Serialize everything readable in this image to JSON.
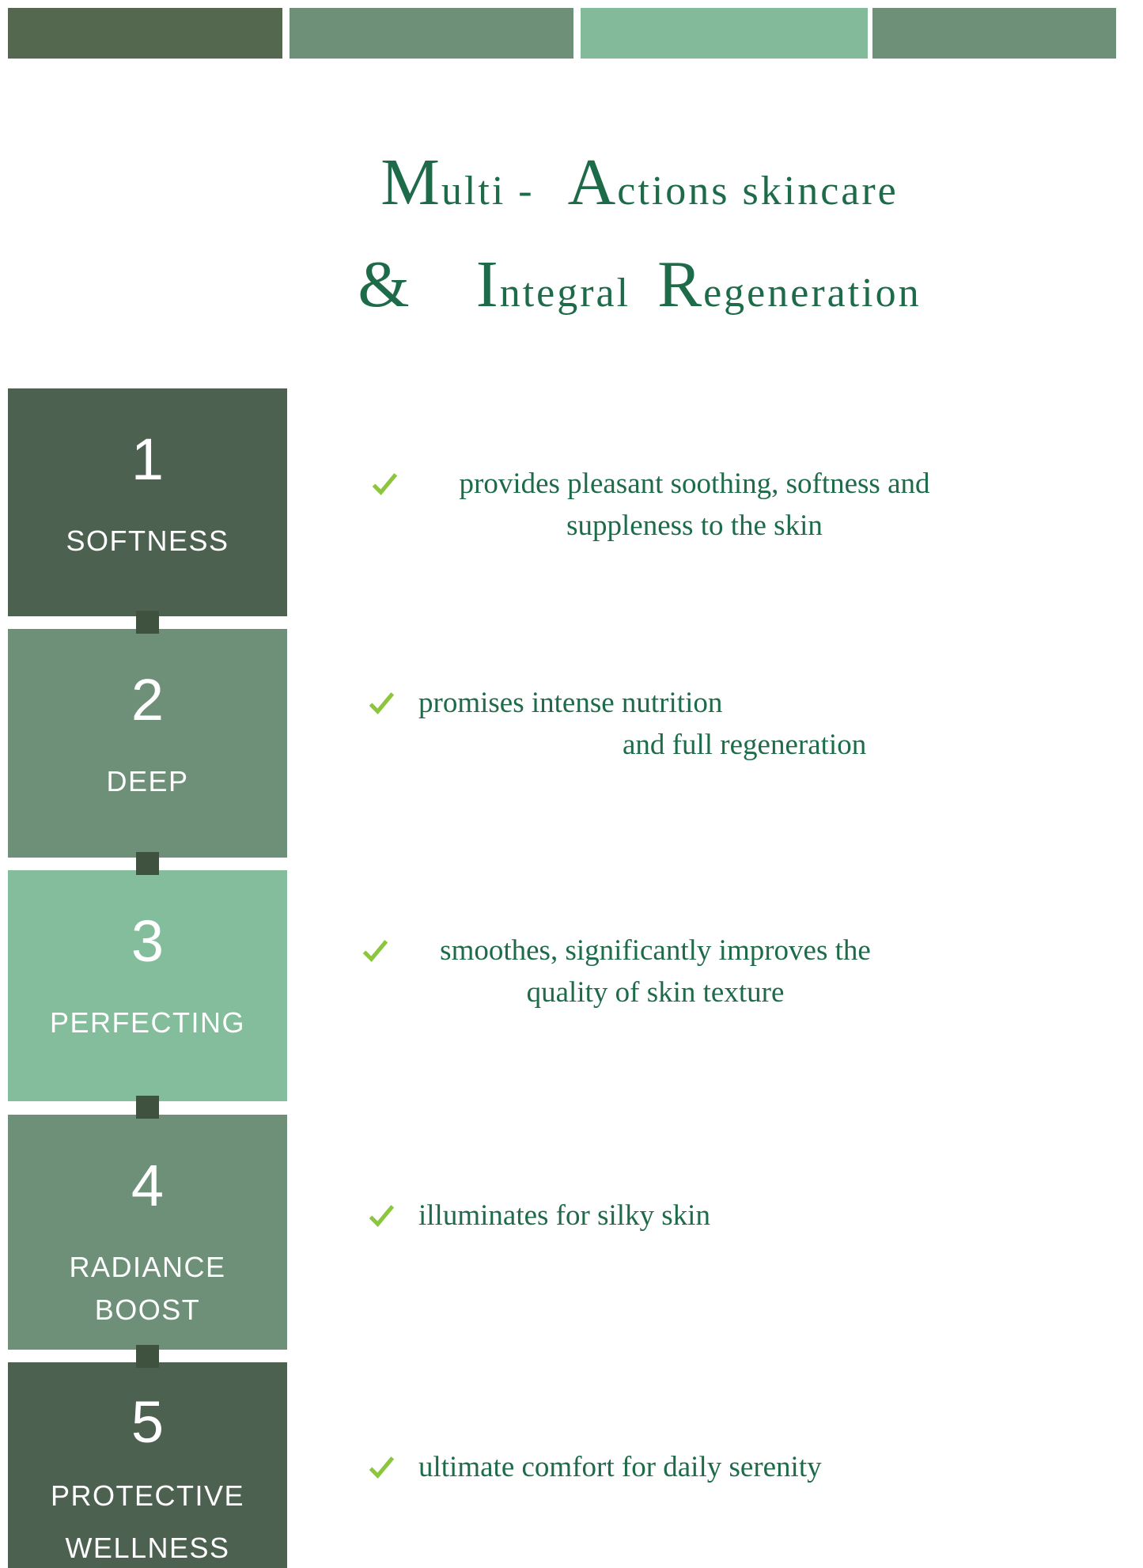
{
  "palette": {
    "title_text": "#1e6b4a",
    "body_text": "#1e6b4a",
    "check": "#8cc63e",
    "connector": "#3f523f",
    "background": "#ffffff"
  },
  "top_bar": {
    "segments": [
      {
        "name": "segment-1",
        "color": "#53684e"
      },
      {
        "name": "segment-2",
        "color": "#6f9078"
      },
      {
        "name": "segment-3",
        "color": "#83ba9a"
      },
      {
        "name": "segment-4",
        "color": "#6f9078"
      }
    ]
  },
  "title": {
    "m_cap": "M",
    "m_rest": "ulti - ",
    "a_cap": "A",
    "a_rest": "ctions skincare",
    "amp": "&",
    "i_cap": "I",
    "i_rest": "ntegral",
    "r_cap": "R",
    "r_rest": "egeneration"
  },
  "steps": [
    {
      "number": "1",
      "label": "SOFTNESS",
      "label2": "",
      "color": "#4d6150",
      "benefit_line1": "provides pleasant soothing, softness and",
      "benefit_line2": "suppleness to the skin"
    },
    {
      "number": "2",
      "label": "DEEP",
      "label2": "",
      "color": "#6f9078",
      "benefit_line1": "promises intense nutrition",
      "benefit_line2": "and full regeneration"
    },
    {
      "number": "3",
      "label": "PERFECTING",
      "label2": "",
      "color": "#83bd9b",
      "benefit_line1": "smoothes, significantly improves the",
      "benefit_line2": "quality of skin texture"
    },
    {
      "number": "4",
      "label": "RADIANCE",
      "label2": "BOOST",
      "color": "#6f9078",
      "benefit_line1": "illuminates for silky skin",
      "benefit_line2": ""
    },
    {
      "number": "5",
      "label": "PROTECTIVE",
      "label2": "WELLNESS",
      "color": "#4d6150",
      "benefit_line1": "ultimate comfort for daily serenity",
      "benefit_line2": ""
    }
  ]
}
